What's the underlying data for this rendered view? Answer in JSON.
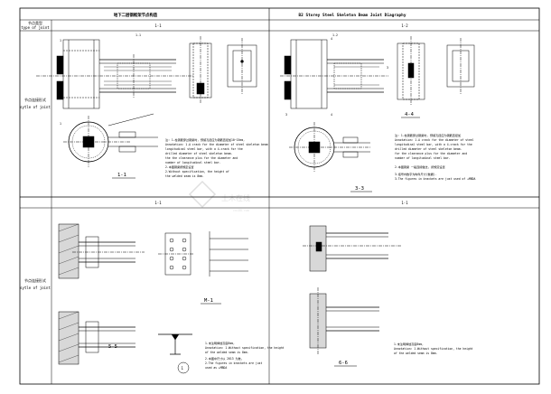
{
  "sheet": {
    "title_cn": "地下二层钢框架节点构造",
    "title_en": "B2 Storey Steel Skeleton Beam Joint Diagraphy",
    "row_header_cn": "节点类型",
    "row_header_en": "type of joint",
    "row1_header_cn": "节点连接形式",
    "row1_header_en": "sytle of joint",
    "row2_header_cn": "节点连接形式",
    "row2_header_en": "sytle of joint",
    "col_labels": [
      "1-1",
      "1-2",
      "1-1",
      "1-1"
    ],
    "watermark": "土木在线",
    "watermark_url": "coi88.com"
  },
  "panel1": {
    "section_top": "1-1",
    "section_bottom": "1-1",
    "marks": [
      "1",
      "1"
    ],
    "notes": [
      "注: 1.柱钢筋穿过钢梁时, 预留孔径应为钢筋直径加10~15mm,",
      "Annotation: 1.A crack for the diameter of steel skeleton beam",
      "longitudinal steel bar, with a 4-crack for the",
      "drilled diameter of steel skeleton beam.",
      "the the clearance plus for the diameter and",
      "number of longitudinal steel bar.",
      "2.本图钢梁按规定设置",
      "2.Without specification, the height of",
      "the welded seam is 8mm."
    ]
  },
  "panel2": {
    "section_top": "1-2",
    "section_bottom": "3-3",
    "section_side": "4-4",
    "marks": [
      "4",
      "3",
      "4",
      "3"
    ],
    "notes": [
      "注: 1.柱钢筋穿过钢梁时, 预留孔径应为钢筋直径加",
      "Annotation: 1.A crack for the diameter of steel",
      "longitudinal steel bar, with a 4-crack for the",
      "drilled diameter of steel skeleton beam.",
      "for the clearance plus for the diameter and",
      "number of longitudinal steel bar.",
      "2.本图钢梁 一般连接做法, 按规定设置",
      "3.括号内数字为构件尺寸(数据).",
      "3.The figures in brackets are just used of +MBDA"
    ]
  },
  "panel3": {
    "section_top": "1-1",
    "section_bottom": "5-5",
    "plate_label": "M-1",
    "circle_label": "1",
    "notes": [
      "1.未注明焊缝高度8mm,",
      "Annotation: 1.Without specification, the height",
      "of the welded seam is 8mm.",
      "2.本图中尺寸以 2013 为准,",
      "2.The figures in brackets are just",
      "used as +MBDA"
    ]
  },
  "panel4": {
    "section_top": "1-1",
    "section_bottom": "6-6",
    "notes": [
      "1.未注明焊缝高度8mm,",
      "Annotation: 1.Without specification, the height",
      "of the welded seam is 8mm."
    ]
  }
}
